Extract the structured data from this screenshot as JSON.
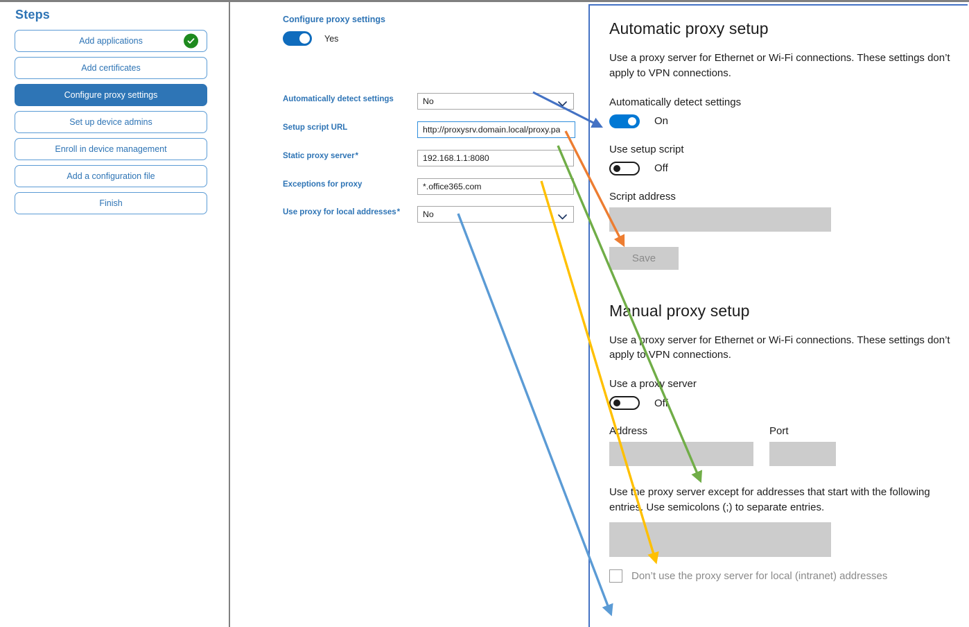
{
  "steps": {
    "title": "Steps",
    "items": [
      {
        "label": "Add applications",
        "state": "complete",
        "icon": "check-circle-icon"
      },
      {
        "label": "Add certificates",
        "state": "default"
      },
      {
        "label": "Configure proxy settings",
        "state": "active"
      },
      {
        "label": "Set up device admins",
        "state": "default"
      },
      {
        "label": "Enroll in device management",
        "state": "default"
      },
      {
        "label": "Add a configuration file",
        "state": "default"
      },
      {
        "label": "Finish",
        "state": "default"
      }
    ]
  },
  "form": {
    "heading": "Configure proxy settings",
    "master_toggle": {
      "value": "Yes",
      "on": true
    },
    "fields": [
      {
        "label": "Automatically detect settings",
        "required": false,
        "type": "select",
        "value": "No",
        "icon": "chevron-down-icon",
        "focused": false
      },
      {
        "label": "Setup script URL",
        "required": false,
        "type": "text",
        "value": "http://proxysrv.domain.local/proxy.pa",
        "focused": true
      },
      {
        "label": "Static proxy server",
        "required": true,
        "type": "text",
        "value": "192.168.1.1:8080",
        "focused": false
      },
      {
        "label": "Exceptions for proxy",
        "required": false,
        "type": "text",
        "value": "*.office365.com",
        "focused": false
      },
      {
        "label": "Use proxy for local addresses",
        "required": true,
        "type": "select",
        "value": "No",
        "icon": "chevron-down-icon",
        "focused": false
      }
    ]
  },
  "windows_settings": {
    "automatic": {
      "heading": "Automatic proxy setup",
      "description": "Use a proxy server for Ethernet or Wi-Fi connections. These settings don’t apply to VPN connections.",
      "auto_detect_label": "Automatically detect settings",
      "auto_detect_state": "On",
      "use_script_label": "Use setup script",
      "use_script_state": "Off",
      "script_address_label": "Script address",
      "script_address_value": "",
      "save_label": "Save"
    },
    "manual": {
      "heading": "Manual proxy setup",
      "description": "Use a proxy server for Ethernet or Wi-Fi connections. These settings don’t apply to VPN connections.",
      "use_proxy_label": "Use a proxy server",
      "use_proxy_state": "Off",
      "address_label": "Address",
      "address_value": "",
      "port_label": "Port",
      "port_value": "",
      "exceptions_description": "Use the proxy server except for addresses that start with the following entries. Use semicolons (;) to separate entries.",
      "exceptions_value": "",
      "bypass_local_label": "Don’t use the proxy server for local (intranet) addresses",
      "bypass_local_checked": false
    }
  },
  "annotations": {
    "arrows": [
      {
        "name": "arrow-auto-detect",
        "color": "#4472C4",
        "from_label": "Automatically detect settings (form)",
        "to_label": "Automatically detect settings toggle (Windows)"
      },
      {
        "name": "arrow-setup-script-url",
        "color": "#ED7D31",
        "from_label": "Setup script URL (form)",
        "to_label": "Script address box (Windows)"
      },
      {
        "name": "arrow-static-proxy-server",
        "color": "#70AD47",
        "from_label": "Static proxy server (form)",
        "to_label": "Address box (Windows)"
      },
      {
        "name": "arrow-exceptions-for-proxy",
        "color": "#FFC000",
        "from_label": "Exceptions for proxy (form)",
        "to_label": "Exceptions box (Windows)"
      },
      {
        "name": "arrow-use-proxy-local",
        "color": "#5B9BD5",
        "from_label": "Use proxy for local addresses (form)",
        "to_label": "Don’t use the proxy server for local (intranet) addresses checkbox"
      }
    ]
  },
  "colors": {
    "accent_blue": "#2E75B6",
    "link_blue": "#2E74B5",
    "step_border": "#5B9BD5",
    "check_green": "#1E8A1E",
    "toggle_on": "#0078D4",
    "panel_border": "#4472C4",
    "input_gray": "#CCCCCC"
  }
}
